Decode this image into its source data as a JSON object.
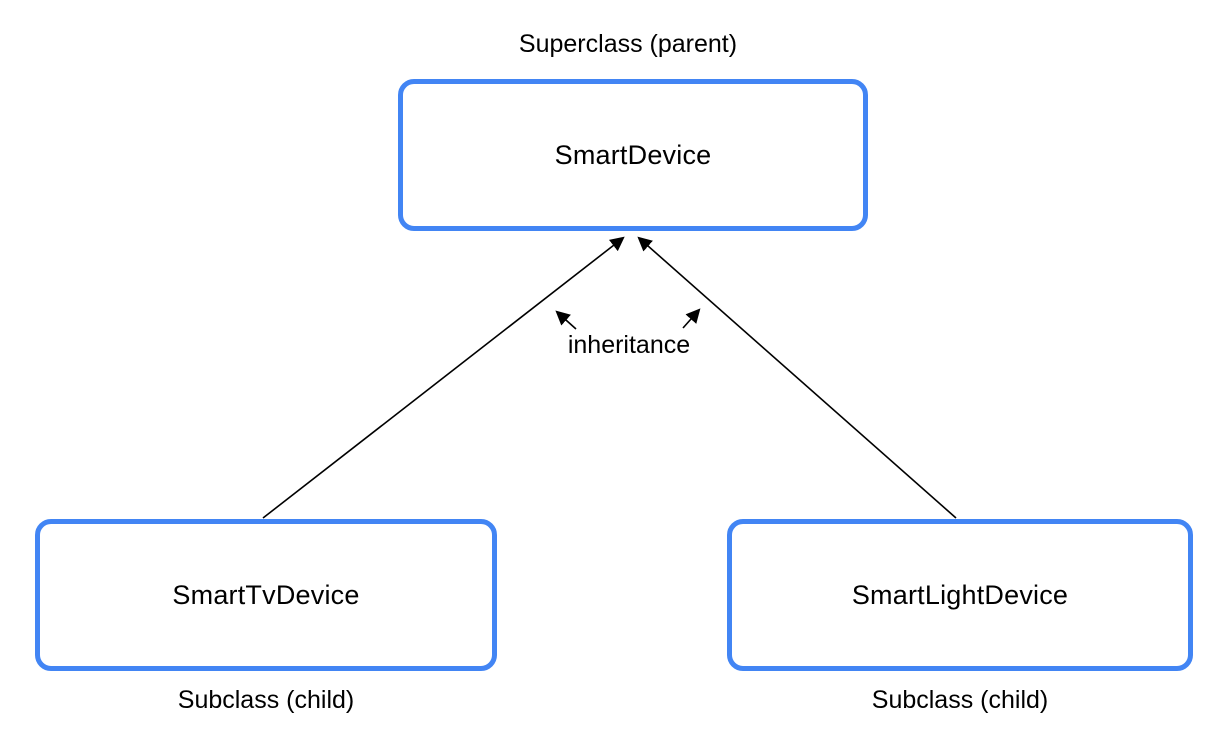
{
  "diagram": {
    "title_caption": "Superclass (parent)",
    "relationship_label": "inheritance",
    "nodes": {
      "superclass": {
        "name": "SmartDevice",
        "caption": "Superclass (parent)"
      },
      "subclass_left": {
        "name": "SmartTvDevice",
        "caption": "Subclass (child)"
      },
      "subclass_right": {
        "name": "SmartLightDevice",
        "caption": "Subclass (child)"
      }
    },
    "edges": [
      {
        "from": "SmartTvDevice",
        "to": "SmartDevice",
        "type": "inheritance"
      },
      {
        "from": "SmartLightDevice",
        "to": "SmartDevice",
        "type": "inheritance"
      }
    ],
    "colors": {
      "box_border": "#4285f4",
      "arrow": "#000000",
      "text": "#000000",
      "background": "#ffffff"
    }
  }
}
